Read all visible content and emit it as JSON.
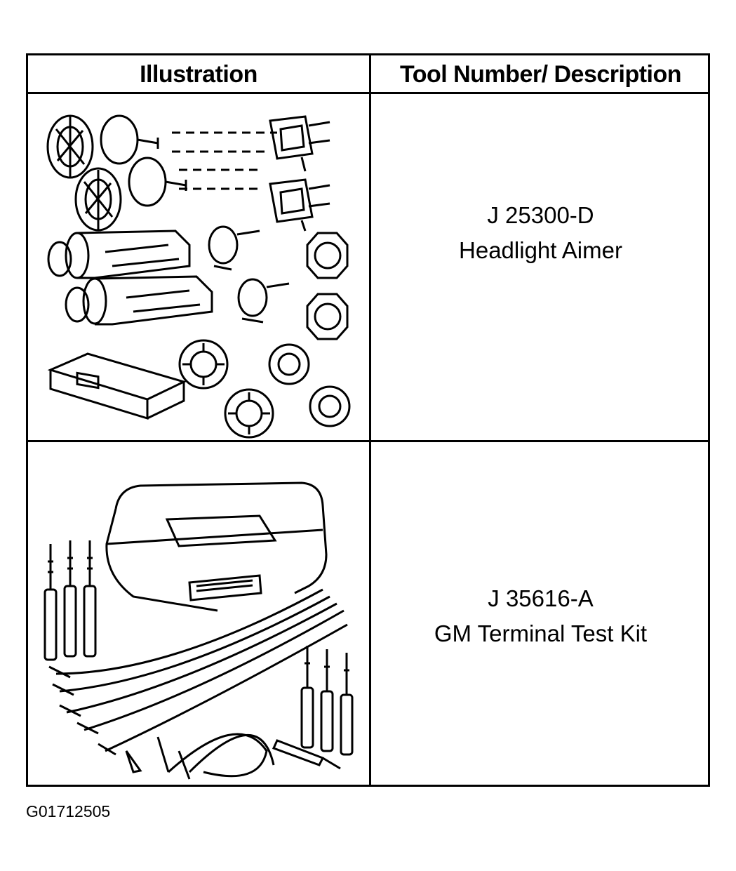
{
  "table": {
    "header": {
      "illustration": "Illustration",
      "tool_description": "Tool Number/ Description"
    },
    "rows": [
      {
        "tool_number": "J 25300-D",
        "description": "Headlight Aimer"
      },
      {
        "tool_number": "J 35616-A",
        "description": "GM Terminal Test Kit"
      }
    ]
  },
  "figure_id": "G01712505"
}
